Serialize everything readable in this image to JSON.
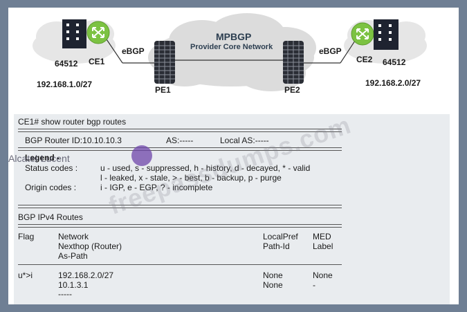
{
  "diagram": {
    "title": "MPBGP",
    "subtitle": "Provider Core Network",
    "left_as": "64512",
    "ce1": "CE1",
    "ebgp_left": "eBGP",
    "pe1": "PE1",
    "left_subnet": "192.168.1.0/27",
    "right_as": "64512",
    "ce2": "CE2",
    "ebgp_right": "eBGP",
    "pe2": "PE2",
    "right_subnet": "192.168.2.0/27"
  },
  "terminal": {
    "command": "CE1# show router bgp routes",
    "router_id": "BGP Router ID:10.10.10.3",
    "as": "AS:-----",
    "local_as": "Local AS:-----",
    "legend_label": "Legend -",
    "status_label": "Status codes  :",
    "status_line1": "u - used, s - suppressed, h - history, d - decayed, * - valid",
    "status_line2": "l - leaked, x - stale, > - best, b - backup, p - purge",
    "origin_label": "Origin codes  :",
    "origin_line": "i - IGP, e - EGP, ? - incomplete",
    "section": "BGP  IPv4 Routes",
    "col_flag": "Flag",
    "col_network": "Network",
    "col_nexthop": "Nexthop (Router)",
    "col_aspath": "As-Path",
    "col_localpref": "LocalPref",
    "col_pathid": "Path-Id",
    "col_med": "MED",
    "col_label": "Label",
    "route": {
      "flag": "u*>i",
      "network": "192.168.2.0/27",
      "nexthop": "10.1.3.1",
      "aspath": "-----",
      "localpref": "None",
      "pathid": "None",
      "med": "None",
      "label": "-"
    }
  },
  "watermark": "freepassdumps.com",
  "logo_text": "Alcatel·Lucent",
  "colors": {
    "border": "#6f7f94",
    "terminal_bg": "#e9ecef",
    "ce_green": "#7cc242",
    "router_dark": "#1e2330"
  }
}
